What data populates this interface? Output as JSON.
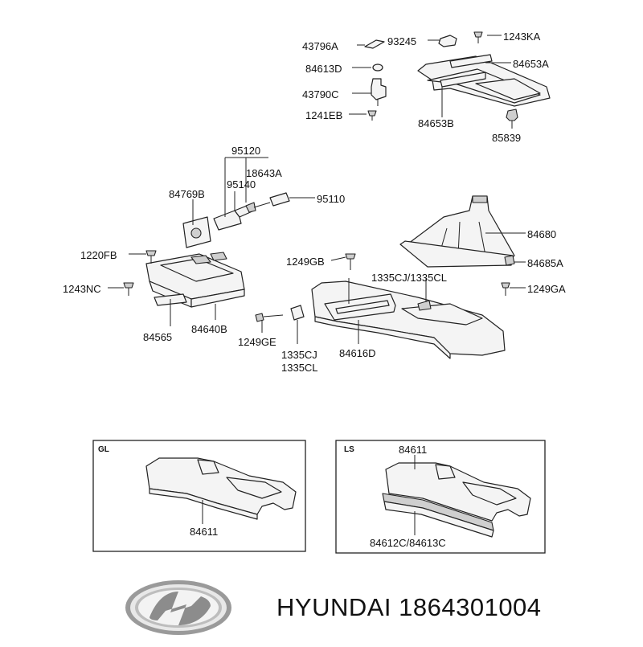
{
  "labels": {
    "p43796A": "43796A",
    "p93245": "93245",
    "p1243KA": "1243KA",
    "p84613D": "84613D",
    "p84653A": "84653A",
    "p43790C": "43790C",
    "p1241EB": "1241EB",
    "p84653B": "84653B",
    "p85839": "85839",
    "p95120": "95120",
    "p18643A": "18643A",
    "p84769B": "84769B",
    "p95140": "95140",
    "p95110": "95110",
    "p84680": "84680",
    "p1220FB": "1220FB",
    "p1249GB": "1249GB",
    "p84685A": "84685A",
    "p1335CJ_CL": "1335CJ/1335CL",
    "p1243NC": "1243NC",
    "p1249GA": "1249GA",
    "p84565": "84565",
    "p84640B": "84640B",
    "p1249GE": "1249GE",
    "p1335CJ": "1335CJ",
    "p1335CL": "1335CL",
    "p84616D": "84616D"
  },
  "boxes": {
    "gl": {
      "title": "GL",
      "part": "84611"
    },
    "ls": {
      "title": "LS",
      "part_top": "84611",
      "part_bottom": "84612C/84613C"
    }
  },
  "brand": {
    "logo_icon": "hyundai-logo-icon",
    "text": "HYUNDAI 1864301004"
  }
}
